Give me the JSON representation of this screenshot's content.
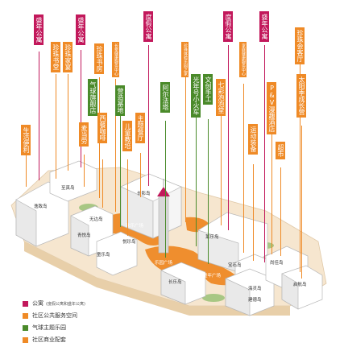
{
  "colors": {
    "pink": "#c2185b",
    "orange": "#ef8a26",
    "green": "#4a8a2a",
    "cream": "#f6e6cf"
  },
  "tags": {
    "t1": "生活便利",
    "t2": "盛年公寓",
    "t3": "珍珠书堂",
    "t4": "珍珠家宴",
    "t5": "盛年公寓",
    "t6": "麦当劳",
    "t7": "珍珠书房",
    "t8": "气球旗舰店",
    "t9": "西餐咖啡",
    "t10": "长辈健康服务中心",
    "t11": "营造基地",
    "t12": "儿童教培",
    "t13": "主题餐厅",
    "t14": "度假公寓",
    "t15": "阿尔法塔",
    "t16": "珍珠体验乐园之家",
    "t17": "光年号小火车",
    "t18": "七彩泡泡堂",
    "t19": "文创手工",
    "t20": "度假公寓",
    "t21": "家庭健康服务中心",
    "t22": "运动装备",
    "t23": "盛年公寓",
    "t24": "P&V漫趣酒店",
    "t25": "超市",
    "t26": "珍珠会客厅",
    "t27": "太阳季成长营"
  },
  "buildings": {
    "b1": "至真岛",
    "b2": "逸致岛",
    "b3": "无边岛",
    "b4": "青悦岛",
    "b5": "长影岛",
    "b6": "悦珍岛",
    "b7": "欢乐广场",
    "b8": "童乐岛",
    "b9": "乐园广场",
    "b10": "长乐岛",
    "b11": "童年广场",
    "b12": "莱乐岛",
    "b13": "宝石岛",
    "b14": "尚佳岛",
    "b15": "海灵岛",
    "b16": "启航岛",
    "b17": "建德岛"
  },
  "legend": {
    "l1": "公寓",
    "l1sub": "(度假公寓和盛年公寓)",
    "l2": "社区公共服务空间",
    "l3": "气球主题乐园",
    "l4": "社区商业配套"
  }
}
